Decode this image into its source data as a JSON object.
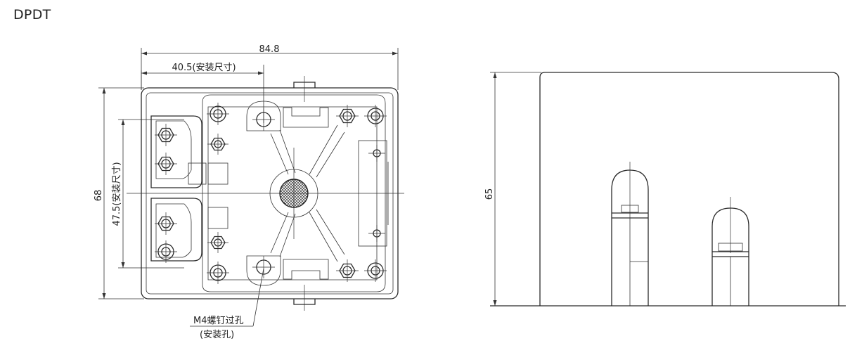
{
  "title": "DPDT",
  "front_view": {
    "overall_width": "84.8",
    "mount_width": "40.5(安装尺寸)",
    "overall_height": "68",
    "mount_height": "47.5(安装尺寸)",
    "hole_callout_line1": "M4螺钉过孔",
    "hole_callout_line2": "(安装孔)"
  },
  "side_view": {
    "height": "65"
  }
}
